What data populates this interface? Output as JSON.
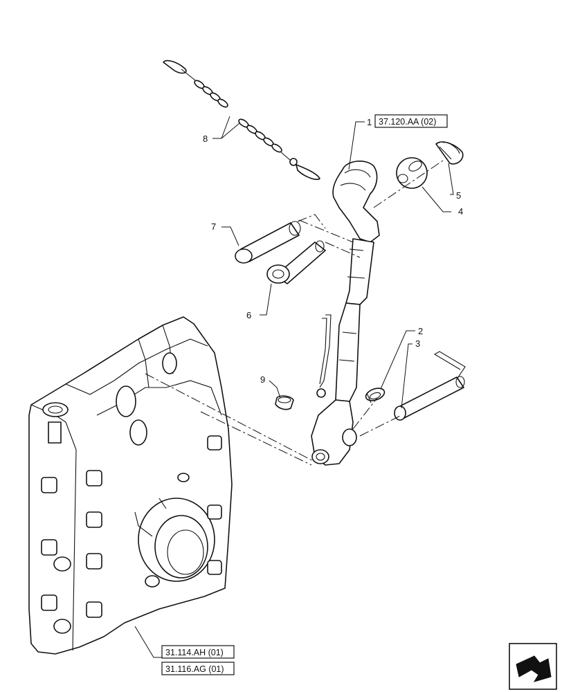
{
  "callouts": {
    "c1": "1",
    "c2": "2",
    "c3": "3",
    "c4": "4",
    "c5": "5",
    "c6": "6",
    "c7": "7",
    "c8": "8",
    "c9": "9"
  },
  "references": {
    "ref_top_link": "37.120.AA (02)",
    "ref_housing_1": "31.114.AH (01)",
    "ref_housing_2": "31.116.AG (01)"
  },
  "nav_icon": {
    "name": "next-page-arrow-icon"
  },
  "colors": {
    "line": "#111111",
    "background": "#ffffff"
  }
}
